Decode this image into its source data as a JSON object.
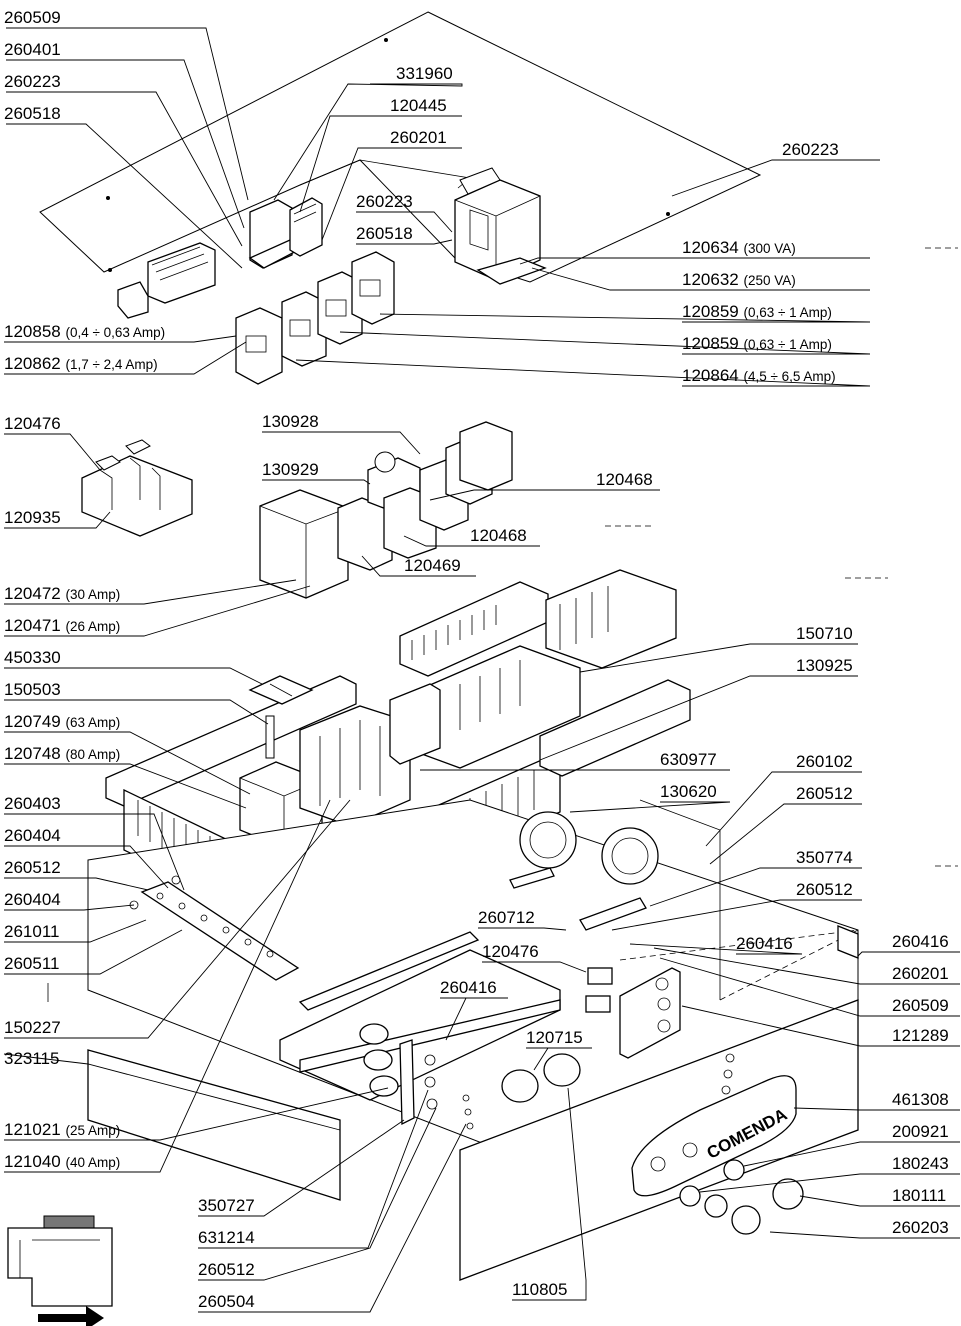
{
  "brand": "COMENDA",
  "callouts": [
    {
      "id": "c01",
      "code": "260509",
      "sub": ""
    },
    {
      "id": "c02",
      "code": "260401",
      "sub": ""
    },
    {
      "id": "c03",
      "code": "260223",
      "sub": ""
    },
    {
      "id": "c04",
      "code": "260518",
      "sub": ""
    },
    {
      "id": "c05",
      "code": "331960",
      "sub": ""
    },
    {
      "id": "c06",
      "code": "120445",
      "sub": ""
    },
    {
      "id": "c07",
      "code": "260201",
      "sub": ""
    },
    {
      "id": "c08",
      "code": "260223",
      "sub": ""
    },
    {
      "id": "c09",
      "code": "260223",
      "sub": ""
    },
    {
      "id": "c10",
      "code": "260518",
      "sub": ""
    },
    {
      "id": "c11",
      "code": "120634",
      "sub": "(300 VA)"
    },
    {
      "id": "c12",
      "code": "120632",
      "sub": "(250 VA)"
    },
    {
      "id": "c13",
      "code": "120859",
      "sub": "(0,63 ÷ 1 Amp)"
    },
    {
      "id": "c14",
      "code": "120859",
      "sub": "(0,63 ÷ 1 Amp)"
    },
    {
      "id": "c15",
      "code": "120864",
      "sub": "(4,5 ÷ 6,5 Amp)"
    },
    {
      "id": "c16",
      "code": "120858",
      "sub": "(0,4 ÷ 0,63 Amp)"
    },
    {
      "id": "c17",
      "code": "120862",
      "sub": "(1,7 ÷ 2,4 Amp)"
    },
    {
      "id": "c18",
      "code": "120476",
      "sub": ""
    },
    {
      "id": "c19",
      "code": "120935",
      "sub": ""
    },
    {
      "id": "c20",
      "code": "130928",
      "sub": ""
    },
    {
      "id": "c21",
      "code": "130929",
      "sub": ""
    },
    {
      "id": "c22",
      "code": "120468",
      "sub": ""
    },
    {
      "id": "c23",
      "code": "120468",
      "sub": ""
    },
    {
      "id": "c24",
      "code": "120469",
      "sub": ""
    },
    {
      "id": "c25",
      "code": "120472",
      "sub": "(30 Amp)"
    },
    {
      "id": "c26",
      "code": "120471",
      "sub": "(26 Amp)"
    },
    {
      "id": "c27",
      "code": "450330",
      "sub": ""
    },
    {
      "id": "c28",
      "code": "150503",
      "sub": ""
    },
    {
      "id": "c29",
      "code": "120749",
      "sub": "(63 Amp)"
    },
    {
      "id": "c30",
      "code": "120748",
      "sub": "(80 Amp)"
    },
    {
      "id": "c31",
      "code": "150710",
      "sub": ""
    },
    {
      "id": "c32",
      "code": "130925",
      "sub": ""
    },
    {
      "id": "c33",
      "code": "630977",
      "sub": ""
    },
    {
      "id": "c34",
      "code": "130620",
      "sub": ""
    },
    {
      "id": "c35",
      "code": "260102",
      "sub": ""
    },
    {
      "id": "c36",
      "code": "260512",
      "sub": ""
    },
    {
      "id": "c37",
      "code": "350774",
      "sub": ""
    },
    {
      "id": "c38",
      "code": "260512",
      "sub": ""
    },
    {
      "id": "c39",
      "code": "260403",
      "sub": ""
    },
    {
      "id": "c40",
      "code": "260404",
      "sub": ""
    },
    {
      "id": "c41",
      "code": "260512",
      "sub": ""
    },
    {
      "id": "c42",
      "code": "260404",
      "sub": ""
    },
    {
      "id": "c43",
      "code": "261011",
      "sub": ""
    },
    {
      "id": "c44",
      "code": "260511",
      "sub": ""
    },
    {
      "id": "c45",
      "code": "150227",
      "sub": ""
    },
    {
      "id": "c46",
      "code": "323115",
      "sub": ""
    },
    {
      "id": "c47",
      "code": "260712",
      "sub": ""
    },
    {
      "id": "c48",
      "code": "120476",
      "sub": ""
    },
    {
      "id": "c49",
      "code": "260416",
      "sub": ""
    },
    {
      "id": "c50",
      "code": "260416",
      "sub": ""
    },
    {
      "id": "c51",
      "code": "260416",
      "sub": ""
    },
    {
      "id": "c52",
      "code": "260201",
      "sub": ""
    },
    {
      "id": "c53",
      "code": "260509",
      "sub": ""
    },
    {
      "id": "c54",
      "code": "121289",
      "sub": ""
    },
    {
      "id": "c55",
      "code": "120715",
      "sub": ""
    },
    {
      "id": "c56",
      "code": "461308",
      "sub": ""
    },
    {
      "id": "c57",
      "code": "200921",
      "sub": ""
    },
    {
      "id": "c58",
      "code": "180243",
      "sub": ""
    },
    {
      "id": "c59",
      "code": "180111",
      "sub": ""
    },
    {
      "id": "c60",
      "code": "260203",
      "sub": ""
    },
    {
      "id": "c61",
      "code": "121021",
      "sub": "(25 Amp)"
    },
    {
      "id": "c62",
      "code": "121040",
      "sub": "(40 Amp)"
    },
    {
      "id": "c63",
      "code": "350727",
      "sub": ""
    },
    {
      "id": "c64",
      "code": "631214",
      "sub": ""
    },
    {
      "id": "c65",
      "code": "260512",
      "sub": ""
    },
    {
      "id": "c66",
      "code": "260504",
      "sub": ""
    },
    {
      "id": "c67",
      "code": "110805",
      "sub": ""
    }
  ]
}
